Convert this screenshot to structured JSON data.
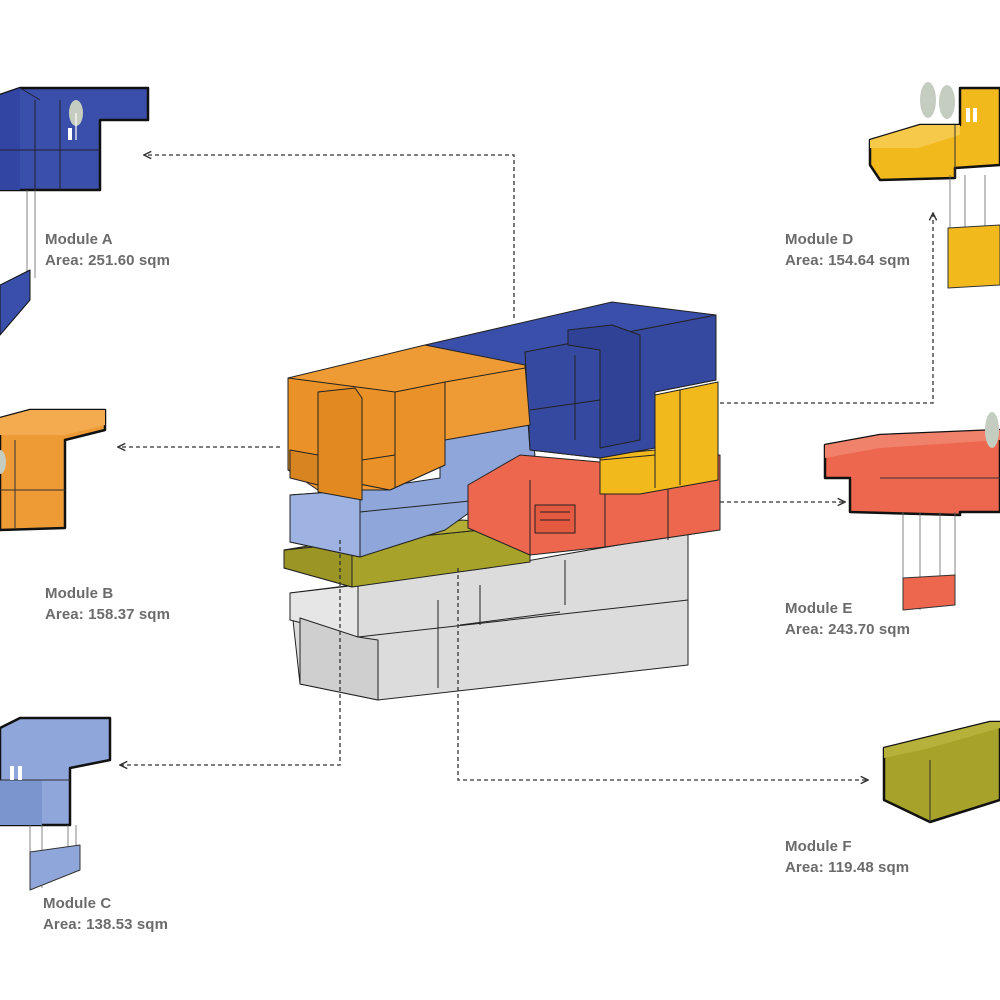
{
  "colors": {
    "blue": "#3a4fa9",
    "orange": "#ee9b35",
    "light_blue": "#8ea6da",
    "olive": "#a7a22a",
    "red": "#ec674d",
    "yellow": "#f1b91c",
    "gray": "#d9d9d9",
    "tree": "#c5ccc0",
    "outline": "#111111",
    "label_text": "#6b6b6b"
  },
  "modules": [
    {
      "id": "a",
      "name": "Module A",
      "area": "Area: 251.60 sqm",
      "color": "blue"
    },
    {
      "id": "b",
      "name": "Module B",
      "area": "Area: 158.37 sqm",
      "color": "orange"
    },
    {
      "id": "c",
      "name": "Module C",
      "area": "Area: 138.53 sqm",
      "color": "light_blue"
    },
    {
      "id": "d",
      "name": "Module D",
      "area": "Area: 154.64 sqm",
      "color": "yellow"
    },
    {
      "id": "e",
      "name": "Module E",
      "area": "Area: 243.70 sqm",
      "color": "red"
    },
    {
      "id": "f",
      "name": "Module F",
      "area": "Area: 119.48 sqm",
      "color": "olive"
    }
  ]
}
